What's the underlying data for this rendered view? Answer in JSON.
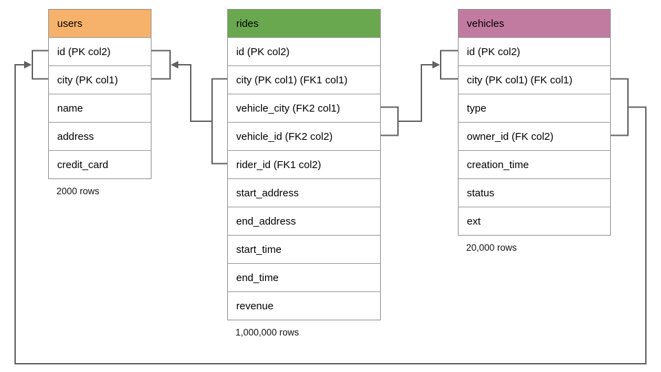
{
  "tables": [
    {
      "name": "users",
      "header_color": "#F6B26B",
      "columns": [
        "id (PK col2)",
        "city (PK col1)",
        "name",
        "address",
        "credit_card"
      ],
      "row_count_label": "2000 rows"
    },
    {
      "name": "rides",
      "header_color": "#6AA84F",
      "columns": [
        "id (PK col2)",
        "city (PK col1) (FK1 col1)",
        "vehicle_city (FK2 col1)",
        "vehicle_id (FK2 col2)",
        "rider_id (FK1 col2)",
        "start_address",
        "end_address",
        "start_time",
        "end_time",
        "revenue"
      ],
      "row_count_label": "1,000,000 rows"
    },
    {
      "name": "vehicles",
      "header_color": "#C27BA0",
      "columns": [
        "id (PK col2)",
        "city (PK col1) (FK col1)",
        "type",
        "owner_id (FK col2)",
        "creation_time",
        "status",
        "ext"
      ],
      "row_count_label": "20,000 rows"
    }
  ],
  "relationships": [
    {
      "id": "fk1",
      "from": "rides (city, rider_id)",
      "to": "users (city, id)"
    },
    {
      "id": "fk2",
      "from": "rides (vehicle_city, vehicle_id)",
      "to": "vehicles (city, id)"
    },
    {
      "id": "fk",
      "from": "vehicles (city, owner_id)",
      "to": "users (city, id)"
    }
  ],
  "connector_color": "#616161"
}
